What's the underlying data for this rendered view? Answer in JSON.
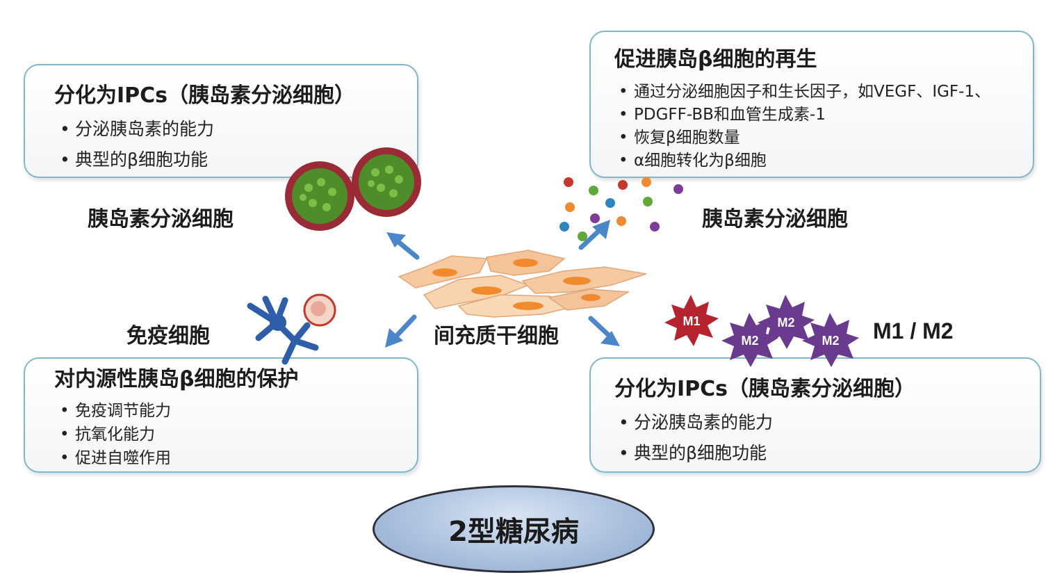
{
  "boxes": {
    "top_left": {
      "title": "分化为IPCs（胰岛素分泌细胞）",
      "bullets": [
        "分泌胰岛素的能力",
        "典型的β细胞功能"
      ]
    },
    "top_right": {
      "title": "促进胰岛β细胞的再生",
      "bullets": [
        "通过分泌细胞因子和生长因子，如VEGF、IGF-1、",
        "PDGFF-BB和血管生成素-1",
        "恢复β细胞数量",
        "α细胞转化为β细胞"
      ]
    },
    "bottom_left": {
      "title": "对内源性胰岛β细胞的保护",
      "bullets": [
        "免疫调节能力",
        "抗氧化能力",
        "促进自噬作用"
      ]
    },
    "bottom_right": {
      "title": "分化为IPCs（胰岛素分泌细胞）",
      "bullets": [
        "分泌胰岛素的能力",
        "典型的β细胞功能"
      ]
    }
  },
  "labels": {
    "islet_cells_left": "胰岛素分泌细胞",
    "islet_cells_right": "胰岛素分泌细胞",
    "immune_cells": "免疫细胞",
    "msc": "间充质干细胞",
    "macrophages": "M1 / M2",
    "m1": "M1",
    "m2": "M2"
  },
  "center": {
    "disease": "2型糖尿病"
  },
  "colors": {
    "box_border": "#7fb6cc",
    "arrow": "#4a86c8",
    "msc_cell": "#f6c9a0",
    "msc_nucleus": "#ef8a2e",
    "islet_outer": "#9a2a35",
    "islet_inner": "#4f8c2a",
    "m1": "#b5242e",
    "m2": "#6a3a8e",
    "immune": "#2e5ea8",
    "ellipse": "#a8bedc"
  }
}
